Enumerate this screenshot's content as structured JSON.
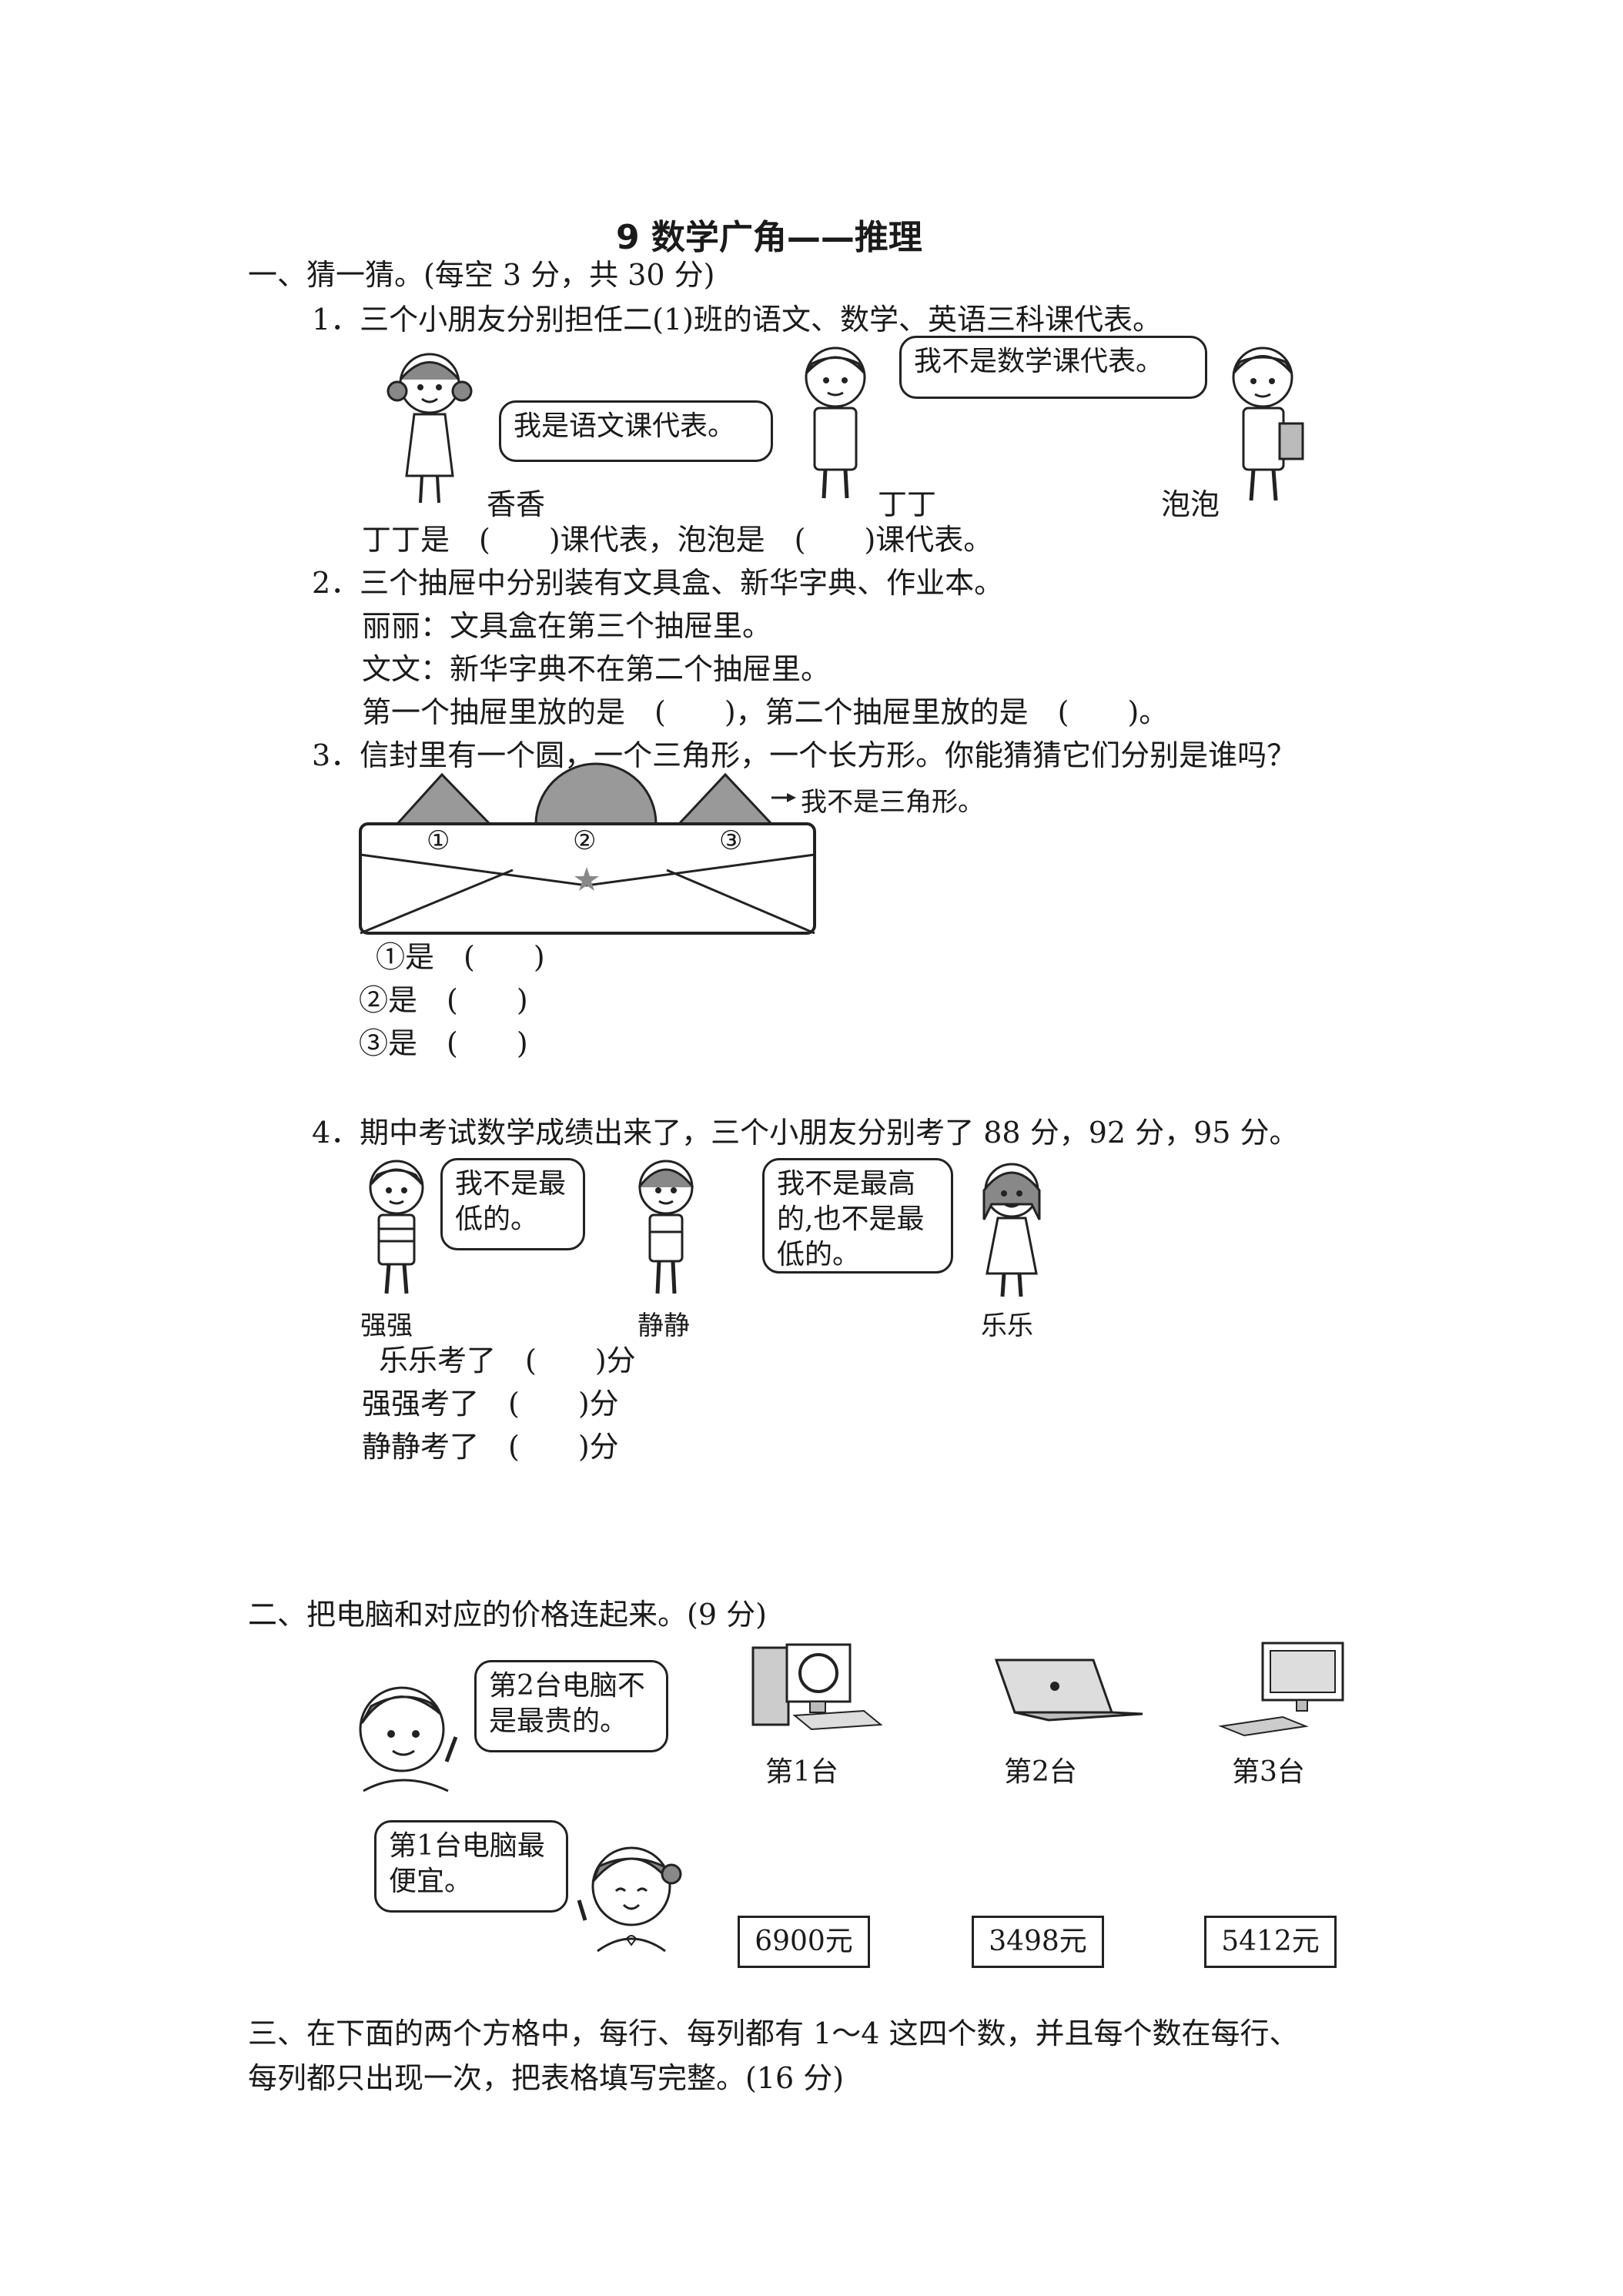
{
  "title": "9  数学广角——推理",
  "s1": {
    "heading": "一、猜一猜。(每空 3 分，共 30 分)",
    "q1": {
      "text": "1．三个小朋友分别担任二(1)班的语文、数学、英语三科课代表。",
      "bubble_xx": "我是语文课代表。",
      "bubble_pp": "我不是数学课代表。",
      "name_xx": "香香",
      "name_dd": "丁丁",
      "name_pp": "泡泡",
      "answer": "丁丁是　(　　)课代表，泡泡是　(　　)课代表。"
    },
    "q2": {
      "text": "2．三个抽屉中分别装有文具盒、新华字典、作业本。",
      "line1": "丽丽：文具盒在第三个抽屉里。",
      "line2": "文文：新华字典不在第二个抽屉里。",
      "answer": "第一个抽屉里放的是　(　　)，第二个抽屉里放的是　(　　)。"
    },
    "q3": {
      "text": "3．信封里有一个圆，一个三角形，一个长方形。你能猜猜它们分别是谁吗？",
      "note": "我不是三角形。",
      "n1": "①",
      "n2": "②",
      "n3": "③",
      "a1": "①是　(　　)",
      "a2": "②是　(　　)",
      "a3": "③是　(　　)"
    },
    "q4": {
      "text": "4．期中考试数学成绩出来了，三个小朋友分别考了 88 分，92 分，95 分。",
      "bubble_qq": "我不是最低的。",
      "bubble_ll": "我不是最高的,也不是最低的。",
      "name_qq": "强强",
      "name_jj": "静静",
      "name_ll": "乐乐",
      "a1": "乐乐考了　(　　)分",
      "a2": "强强考了　(　　)分",
      "a3": "静静考了　(　　)分"
    }
  },
  "s2": {
    "heading": "二、把电脑和对应的价格连起来。(9 分)",
    "bubble_boy": "第2台电脑不是最贵的。",
    "bubble_girl": "第1台电脑最便宜。",
    "pc1": "第1台",
    "pc2": "第2台",
    "pc3": "第3台",
    "price1": "6900元",
    "price2": "3498元",
    "price3": "5412元"
  },
  "s3": {
    "line1": "三、在下面的两个方格中，每行、每列都有 1～4 这四个数，并且每个数在每行、",
    "line2": "每列都只出现一次，把表格填写完整。(16 分)"
  }
}
